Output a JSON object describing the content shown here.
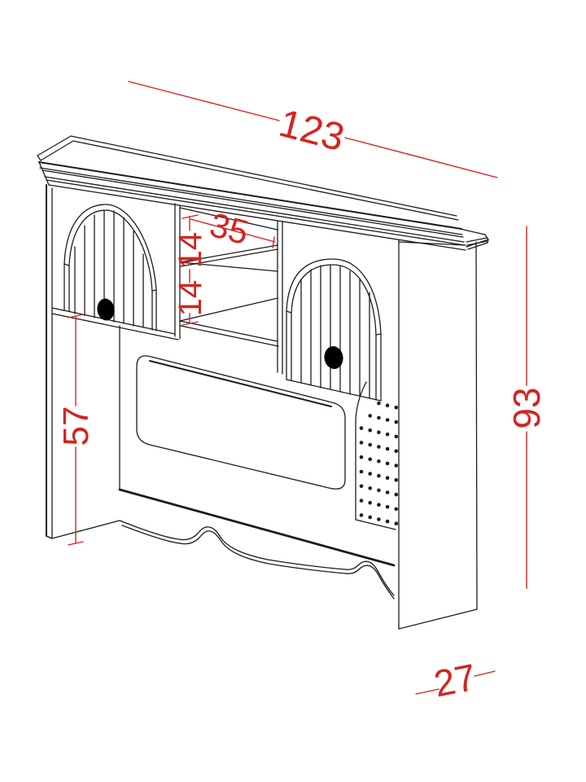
{
  "diagram": {
    "type": "furniture dimension drawing",
    "subject": "Bookcase hutch with two arched beadboard doors, center open shelves, back panel board, pegboard and scalloped apron",
    "background": "#ffffff",
    "colors": {
      "dimension": "#d6231e",
      "outline": "#1c1c1c",
      "knob": "#000000"
    },
    "dimensions": {
      "overall_width": {
        "value": "123",
        "orientation": "diagonal-top"
      },
      "center_bay_width": {
        "value": "35",
        "orientation": "diagonal"
      },
      "upper_shelf_height": {
        "value": "14",
        "orientation": "vertical"
      },
      "lower_shelf_height": {
        "value": "14",
        "orientation": "vertical"
      },
      "left_opening_height": {
        "value": "57",
        "orientation": "vertical"
      },
      "overall_height": {
        "value": "93",
        "orientation": "vertical"
      },
      "depth": {
        "value": "27",
        "orientation": "diagonal-bottom"
      }
    }
  }
}
